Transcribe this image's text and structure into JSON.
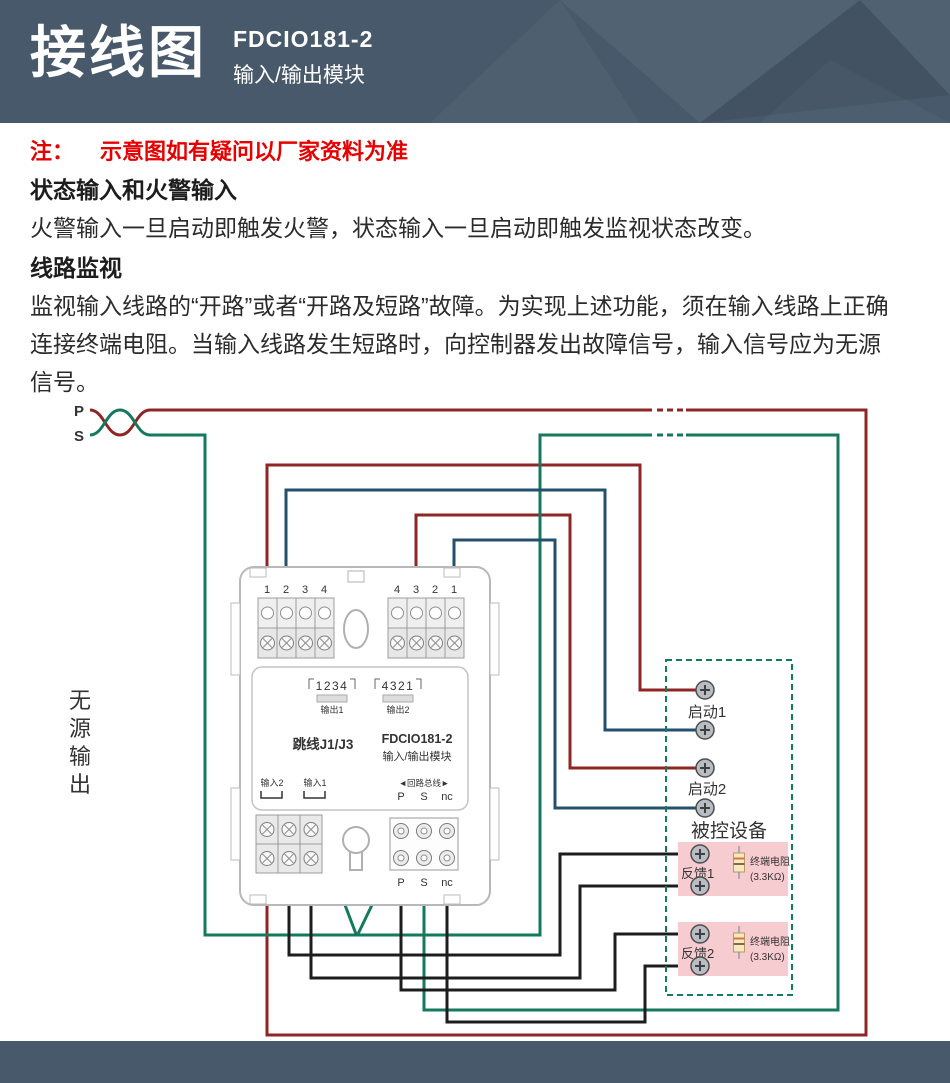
{
  "header": {
    "title": "接线图",
    "model": "FDCIO181-2",
    "subtitle": "输入/输出模块"
  },
  "note": {
    "prefix": "注：",
    "text": "示意图如有疑问以厂家资料为准"
  },
  "sections": [
    {
      "heading": "状态输入和火警输入",
      "body": "火警输入一旦启动即触发火警，状态输入一旦启动即触发监视状态改变。"
    },
    {
      "heading": "线路监视",
      "body": "监视输入线路的“开路”或者“开路及短路”故障。为实现上述功能，须在输入线路上正确连接终端电阻。当输入线路发生短路时，向控制器发出故障信号，输入信号应为无源信号。"
    }
  ],
  "diagram": {
    "p_label": "P",
    "s_label": "S",
    "passive_output": [
      "无",
      "源",
      "输",
      "出"
    ],
    "module": {
      "top_left_pins": [
        "1",
        "2",
        "3",
        "4"
      ],
      "top_right_pins": [
        "4",
        "3",
        "2",
        "1"
      ],
      "out1_pins": "1234",
      "out2_pins": "4321",
      "out1_label": "输出1",
      "out2_label": "输出2",
      "jumper_label": "跳线J1/J3",
      "model": "FDCIO181-2",
      "model_sub": "输入/输出模块",
      "in2_label": "输入2",
      "in1_label": "输入1",
      "loop_bus_label": "◄回路总线►",
      "ps_top": [
        "P",
        "S",
        "nc"
      ],
      "ps_bottom": [
        "P",
        "S",
        "nc"
      ]
    },
    "device": {
      "label": "被控设备",
      "start1": "启动1",
      "start2": "启动2",
      "feedback1": "反馈1",
      "feedback2": "反馈2",
      "resistor_label": "终端电阻",
      "resistor_value": "(3.3KΩ)"
    },
    "colors": {
      "red": "#8e2626",
      "teal": "#15795e",
      "blue": "#24506e",
      "black": "#1d1d1d",
      "box": "#0f7d5f",
      "pink": "#f7ccd1",
      "label": "#2e7b8c",
      "jumper_red": "#c0392b",
      "banner": "#47596b"
    }
  }
}
